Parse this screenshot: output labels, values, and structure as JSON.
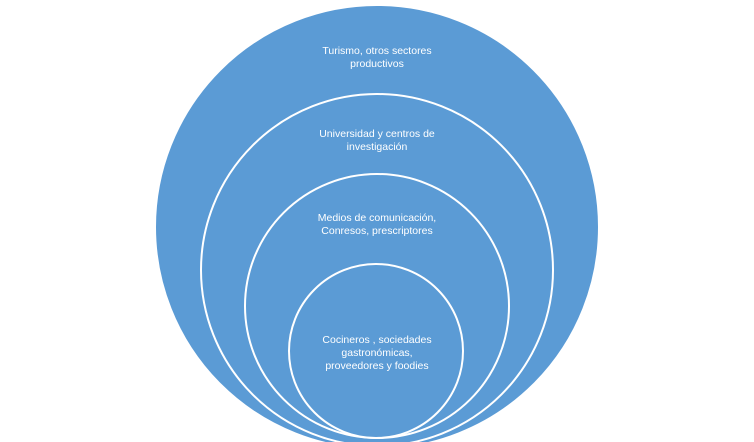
{
  "diagram": {
    "fill_color": "#5b9bd5",
    "stroke_color": "#ffffff",
    "rings": [
      {
        "line1": "Turismo, otros sectores",
        "line2": "productivos"
      },
      {
        "line1": "Universidad y centros de",
        "line2": "investigación"
      },
      {
        "line1": "Medios de comunicación,",
        "line2": "Conresos, prescriptores"
      },
      {
        "line1": "Cocineros , sociedades",
        "line2": "gastronómicas,",
        "line3": "proveedores y foodies"
      }
    ]
  }
}
